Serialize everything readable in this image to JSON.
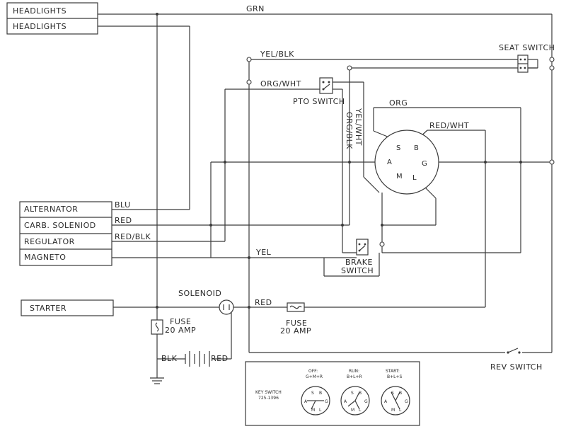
{
  "components": {
    "headlights_1": "HEADLIGHTS",
    "headlights_2": "HEADLIGHTS",
    "alternator": "ALTERNATOR",
    "carb_solenoid": "CARB. SOLENIOD",
    "regulator": "REGULATOR",
    "magneto": "MAGNETO",
    "starter": "STARTER",
    "solenoid": "SOLENOID",
    "seat_switch": "SEAT SWITCH",
    "pto_switch": "PTO SWITCH",
    "brake_switch_1": "BRAKE",
    "brake_switch_2": "SWITCH",
    "rev_switch": "REV SWITCH",
    "fuse_left_1": "FUSE",
    "fuse_left_2": "20 AMP",
    "fuse_right_1": "FUSE",
    "fuse_right_2": "20 AMP"
  },
  "wires": {
    "grn": "GRN",
    "yel_blk": "YEL/BLK",
    "org_wht": "ORG/WHT",
    "org_blk": "ORG/BLK",
    "yel_wht": "YEL/WHT",
    "org": "ORG",
    "red_wht": "RED/WHT",
    "blu": "BLU",
    "red_carb": "RED",
    "red_blk": "RED/BLK",
    "yel": "YEL",
    "red_solenoid": "RED",
    "blk": "BLK",
    "red_battery": "RED"
  },
  "ignition_terminals": {
    "s": "S",
    "b": "B",
    "a": "A",
    "g": "G",
    "m": "M",
    "l": "L"
  },
  "legend": {
    "title": "KEY SWITCH",
    "part_number": "725-1396",
    "positions": [
      {
        "name": "OFF:",
        "connection": "G+M+R"
      },
      {
        "name": "RUN:",
        "connection": "B+L+R"
      },
      {
        "name": "START:",
        "connection": "B+L+S"
      }
    ],
    "mini_terminals": {
      "s": "S",
      "b": "B",
      "a": "A",
      "g": "G",
      "m": "M",
      "l": "L"
    }
  }
}
